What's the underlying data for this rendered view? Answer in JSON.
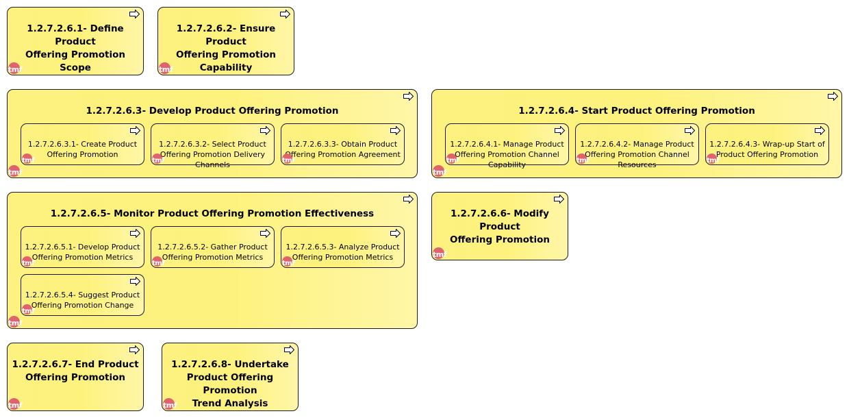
{
  "colors": {
    "fill": "#fef27e",
    "border": "#1a1a1a",
    "tmf_dot": "#e0626c"
  },
  "icons": {
    "process": "process-arrow-icon",
    "badge": "tmf-logo-icon"
  },
  "tmf_label": "tmf",
  "boxes": {
    "b1": {
      "title": "1.2.7.2.6.1- Define Product\nOffering Promotion Scope"
    },
    "b2": {
      "title": "1.2.7.2.6.2- Ensure Product\nOffering Promotion\nCapability"
    },
    "b3": {
      "title": "1.2.7.2.6.3- Develop Product Offering Promotion",
      "children": {
        "c1": {
          "title": "1.2.7.2.6.3.1- Create Product\nOffering Promotion"
        },
        "c2": {
          "title": "1.2.7.2.6.3.2- Select Product\nOffering Promotion Delivery\nChannels"
        },
        "c3": {
          "title": "1.2.7.2.6.3.3- Obtain Product\nOffering Promotion Agreement"
        }
      }
    },
    "b4": {
      "title": "1.2.7.2.6.4- Start Product Offering Promotion",
      "children": {
        "c1": {
          "title": "1.2.7.2.6.4.1- Manage Product\nOffering Promotion Channel\nCapability"
        },
        "c2": {
          "title": "1.2.7.2.6.4.2- Manage Product\nOffering Promotion Channel\nResources"
        },
        "c3": {
          "title": "1.2.7.2.6.4.3- Wrap-up Start of\nProduct Offering Promotion"
        }
      }
    },
    "b5": {
      "title": "1.2.7.2.6.5- Monitor Product Offering Promotion Effectiveness",
      "children": {
        "c1": {
          "title": "1.2.7.2.6.5.1- Develop Product\nOffering Promotion Metrics"
        },
        "c2": {
          "title": "1.2.7.2.6.5.2- Gather Product\nOffering Promotion Metrics"
        },
        "c3": {
          "title": "1.2.7.2.6.5.3- Analyze Product\nOffering Promotion Metrics"
        },
        "c4": {
          "title": "1.2.7.2.6.5.4- Suggest Product\nOffering Promotion Change"
        }
      }
    },
    "b6": {
      "title": "1.2.7.2.6.6- Modify Product\nOffering Promotion"
    },
    "b7": {
      "title": "1.2.7.2.6.7- End Product\nOffering Promotion"
    },
    "b8": {
      "title": "1.2.7.2.6.8- Undertake\nProduct Offering Promotion\nTrend Analysis"
    }
  }
}
